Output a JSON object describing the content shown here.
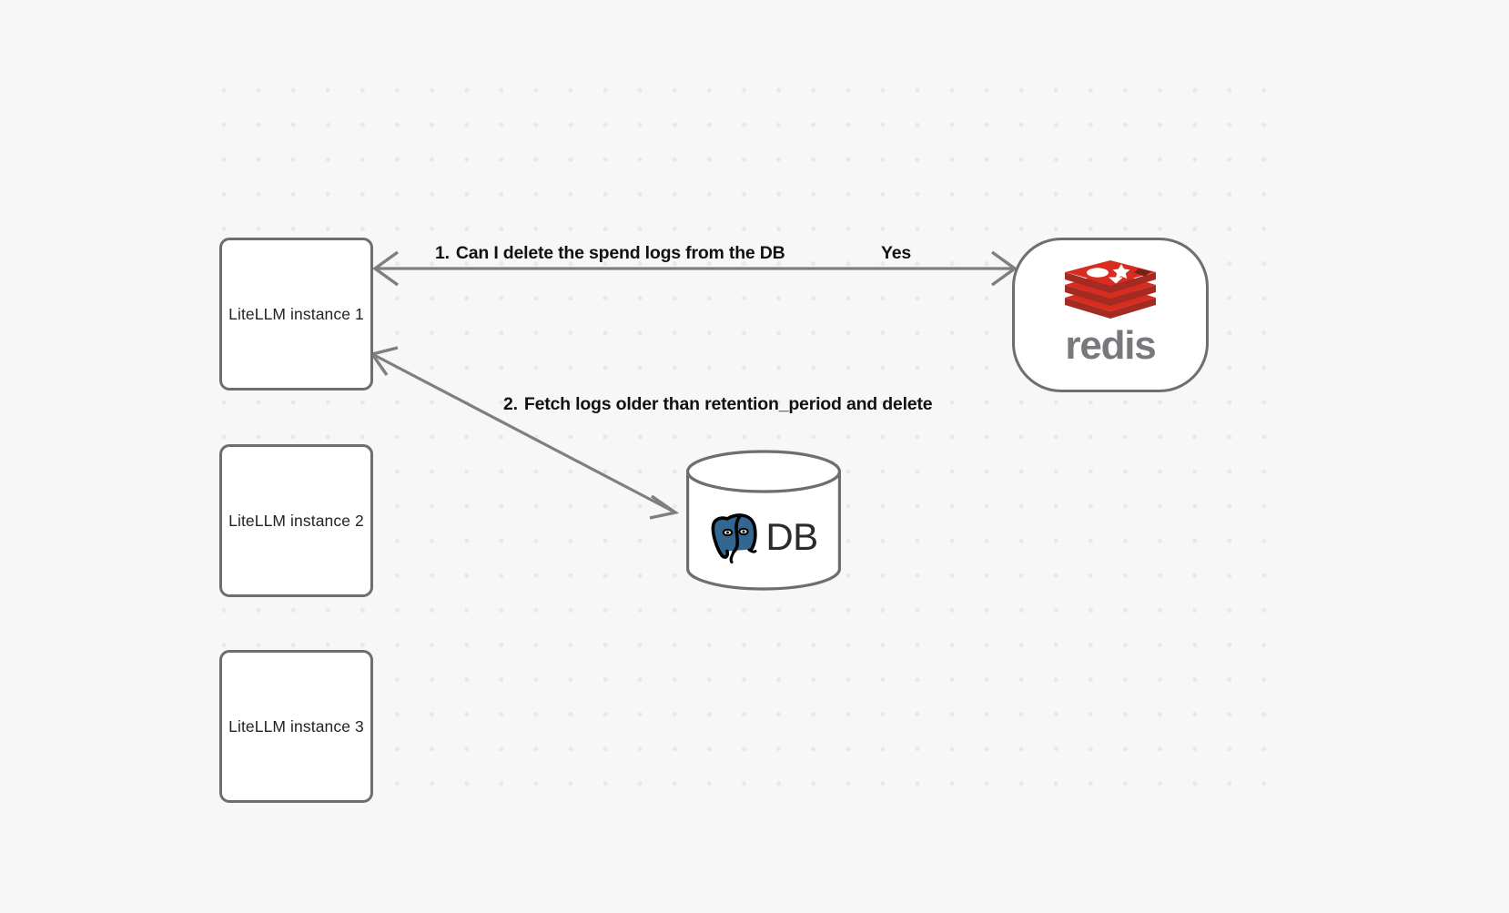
{
  "canvas": {
    "background_color": "#f7f7f7",
    "dot_color": "#e7e8e9",
    "node_border_color": "#6e6e6e",
    "edge_color": "#7f7f7f"
  },
  "nodes": [
    {
      "id": "litellm-1",
      "label": "LiteLLM instance 1"
    },
    {
      "id": "litellm-2",
      "label": "LiteLLM instance 2"
    },
    {
      "id": "litellm-3",
      "label": "LiteLLM instance 3"
    },
    {
      "id": "redis",
      "label": "redis",
      "icon": "redis-logo-icon",
      "brand_color": "#d82c20"
    },
    {
      "id": "database",
      "label": "DB",
      "icon": "postgresql-elephant-icon",
      "brand_color": "#336791"
    }
  ],
  "edges": [
    {
      "id": "edge-1",
      "from": "litellm-1",
      "to": "redis",
      "step": "1.",
      "label": "Can I delete the spend logs from the DB",
      "reply": "Yes",
      "bidirectional": true
    },
    {
      "id": "edge-2",
      "from": "litellm-1",
      "to": "database",
      "step": "2.",
      "label": "Fetch logs older than retention_period and delete",
      "bidirectional": true
    }
  ]
}
